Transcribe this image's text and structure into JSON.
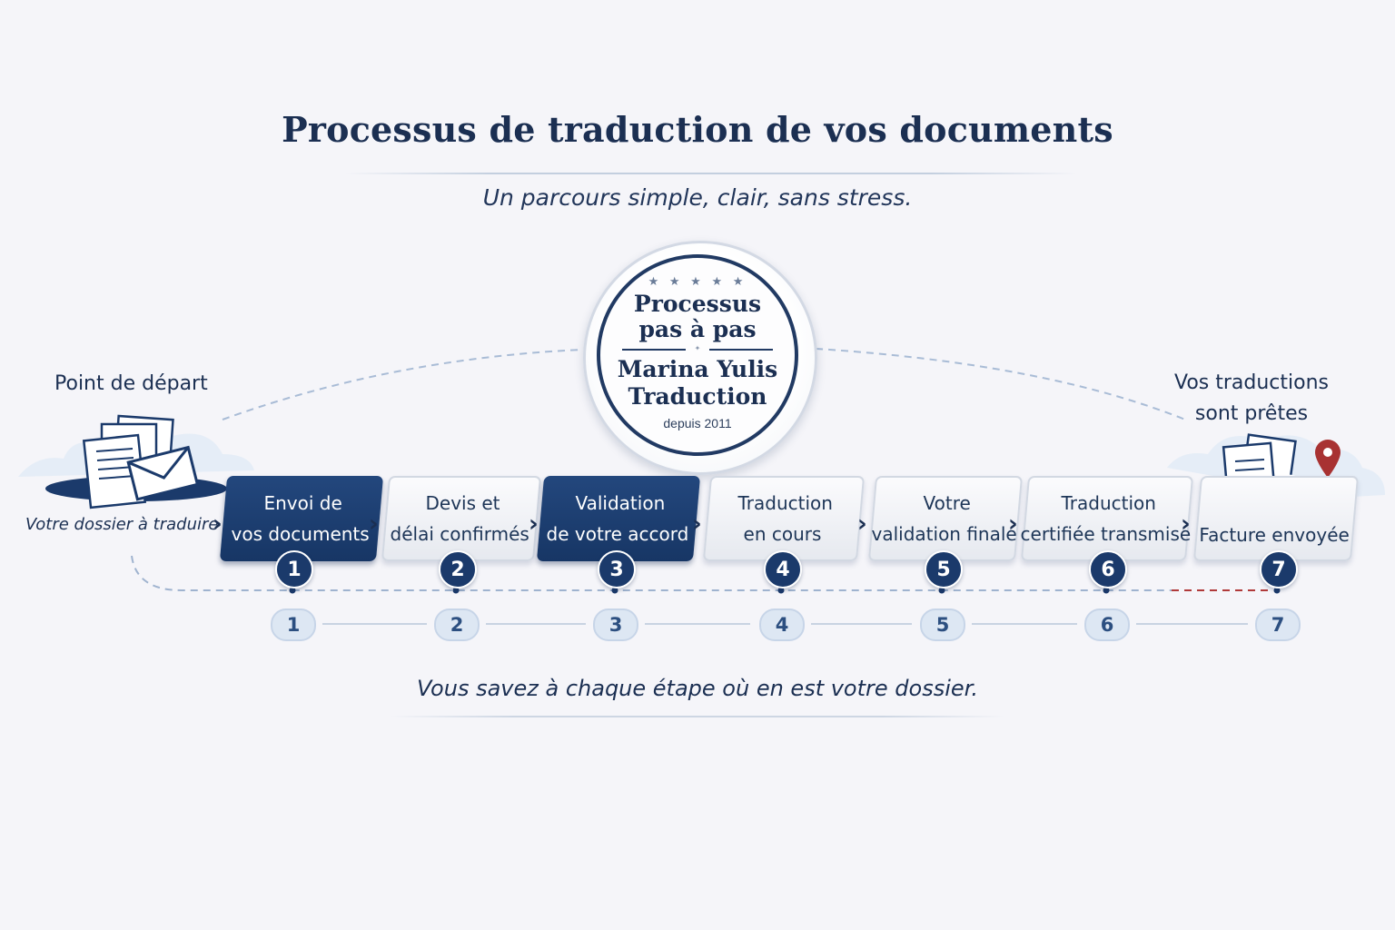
{
  "title": "Processus de traduction de vos documents",
  "subtitle": "Un parcours simple, clair, sans stress.",
  "seal": {
    "line1": "Processus",
    "line2": "pas à pas",
    "line3": "Marina Yulis",
    "line4": "Traduction",
    "line5": "depuis 2011"
  },
  "start": {
    "label": "Point de départ",
    "caption": "Votre dossier à traduire"
  },
  "end": {
    "label_line1": "Vos traductions",
    "label_line2": "sont prêtes"
  },
  "steps": [
    {
      "number": "1",
      "line1": "Envoi de",
      "line2": "vos documents",
      "style": "dark"
    },
    {
      "number": "2",
      "line1": "Devis et",
      "line2": "délai confirmés",
      "style": "light"
    },
    {
      "number": "3",
      "line1": "Validation",
      "line2": "de votre accord",
      "style": "dark"
    },
    {
      "number": "4",
      "line1": "Traduction",
      "line2": "en cours",
      "style": "light"
    },
    {
      "number": "5",
      "line1": "Votre",
      "line2": "validation finale",
      "style": "light"
    },
    {
      "number": "6",
      "line1": "Traduction",
      "line2": "certifiée transmise",
      "style": "light"
    },
    {
      "number": "7",
      "line1": "",
      "line2": "Facture envoyée",
      "style": "light"
    }
  ],
  "footer": "Vous savez à chaque étape où en est votre dossier.",
  "colors": {
    "navy": "#1b3a6b",
    "accent_red": "#b03a3a",
    "pill_bg": "#dde7f3"
  },
  "icons": {
    "start": "documents-envelope-icon",
    "end": "documents-check-pin-icon"
  }
}
